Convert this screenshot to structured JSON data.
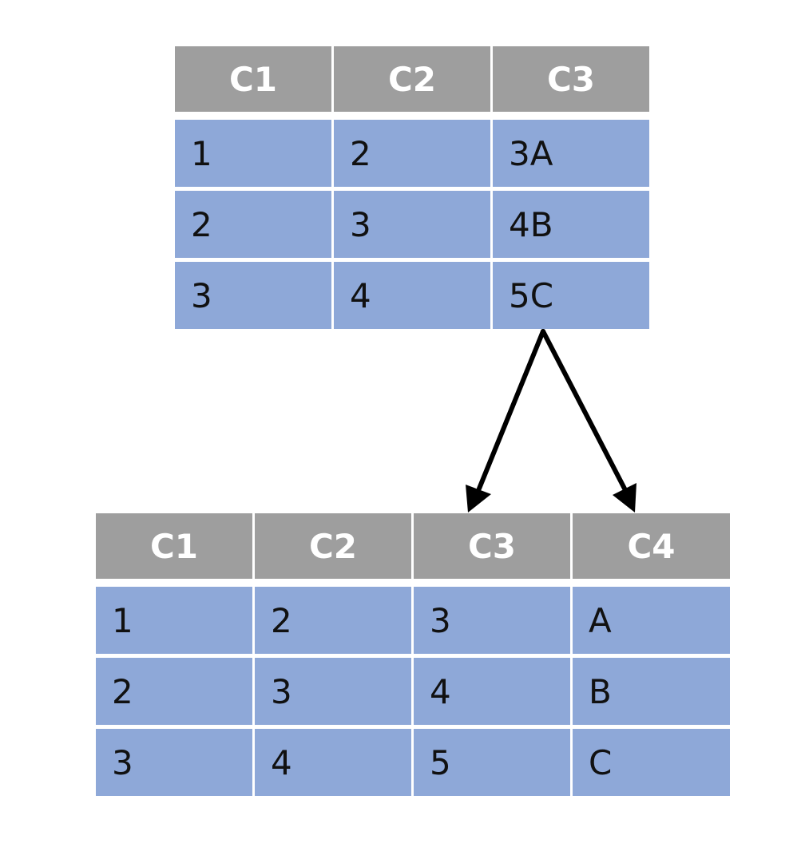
{
  "colors": {
    "header_bg": "#9e9e9e",
    "data_bg": "#8ea8d8",
    "header_text": "#ffffff",
    "data_text": "#111111",
    "arrow": "#000000"
  },
  "top_table": {
    "headers": [
      "C1",
      "C2",
      "C3"
    ],
    "rows": [
      [
        "1",
        "2",
        "3A"
      ],
      [
        "2",
        "3",
        "4B"
      ],
      [
        "3",
        "4",
        "5C"
      ]
    ]
  },
  "bottom_table": {
    "headers": [
      "C1",
      "C2",
      "C3",
      "C4"
    ],
    "rows": [
      [
        "1",
        "2",
        "3",
        "A"
      ],
      [
        "2",
        "3",
        "4",
        "B"
      ],
      [
        "3",
        "4",
        "5",
        "C"
      ]
    ]
  },
  "arrows": {
    "from": "top_table.C3",
    "to": [
      "bottom_table.C3",
      "bottom_table.C4"
    ]
  }
}
